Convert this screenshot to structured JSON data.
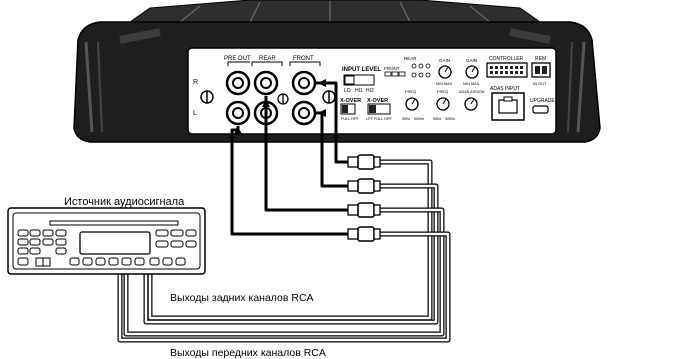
{
  "amplifier": {
    "labels": {
      "pre_out": "PRE OUT",
      "rear": "REAR",
      "front": "FRONT",
      "r": "R",
      "l": "L",
      "input_level": "INPUT LEVEL",
      "lo": "LO",
      "hi1": "HI1",
      "hi2": "HI2",
      "front_small": "FRONT",
      "rear_small": "REAR",
      "gain1": "GAIN",
      "gain2": "GAIN",
      "minmax1": "MIN  MAX",
      "minmax2": "MIN  MAX",
      "freq1": "FREQ",
      "freq2": "FREQ",
      "adas_assign": "ADAS ASSIGN",
      "controller": "CONTROLLER",
      "rem": "REM",
      "in_out": "IN OUT",
      "adas_input": "ADAS INPUT",
      "upgrade": "UPGRADE",
      "xover1": "X-OVER",
      "xover2": "X-OVER",
      "full_hpf": "FULL HPF",
      "lpf_full_hpf": "LPF  FULL  HPF",
      "hz_50": "50Hz",
      "hz_500": "500Hz",
      "hz_50b": "50Hz",
      "hz_500b": "500Hz"
    }
  },
  "source": {
    "title": "Источник аудиосигнала"
  },
  "captions": {
    "rear_outputs": "Выходы задних каналов RCA",
    "front_outputs": "Выходы передних каналов RCA"
  }
}
